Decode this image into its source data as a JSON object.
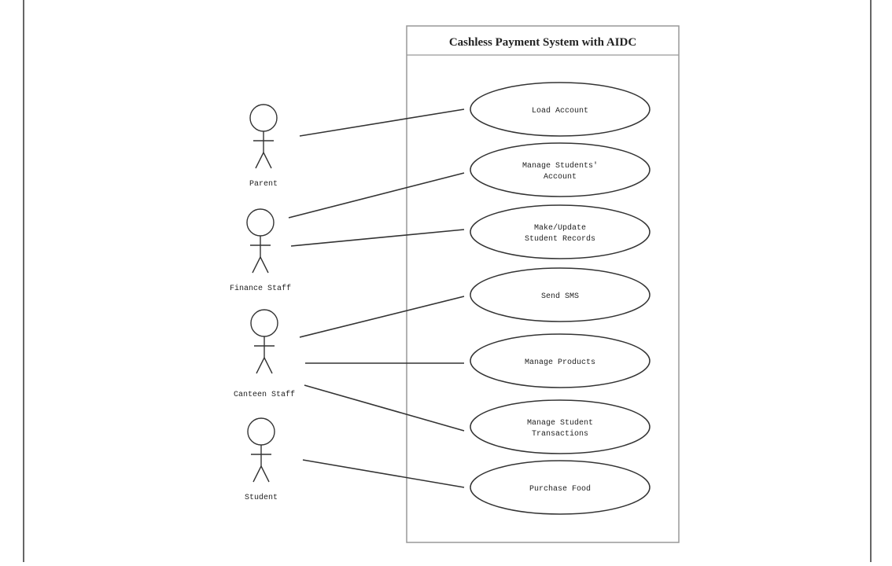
{
  "system": {
    "title": "Cashless Payment System with AIDC"
  },
  "actors": [
    {
      "id": "parent",
      "label": "Parent"
    },
    {
      "id": "finance-staff",
      "label": "Finance Staff"
    },
    {
      "id": "canteen-staff",
      "label": "Canteen Staff"
    },
    {
      "id": "student",
      "label": "Student"
    }
  ],
  "use_cases": [
    {
      "id": "load-account",
      "lines": [
        "Load Account"
      ]
    },
    {
      "id": "manage-students-account",
      "lines": [
        "Manage Students'",
        "Account"
      ]
    },
    {
      "id": "make-update-student-records",
      "lines": [
        "Make/Update",
        "Student Records"
      ]
    },
    {
      "id": "send-sms",
      "lines": [
        "Send SMS"
      ]
    },
    {
      "id": "manage-products",
      "lines": [
        "Manage Products"
      ]
    },
    {
      "id": "manage-student-transactions",
      "lines": [
        "Manage Student",
        "Transactions"
      ]
    },
    {
      "id": "purchase-food",
      "lines": [
        "Purchase Food"
      ]
    }
  ],
  "associations": [
    {
      "actor": "parent",
      "use_case": "load-account"
    },
    {
      "actor": "finance-staff",
      "use_case": "manage-students-account"
    },
    {
      "actor": "finance-staff",
      "use_case": "make-update-student-records"
    },
    {
      "actor": "canteen-staff",
      "use_case": "send-sms"
    },
    {
      "actor": "canteen-staff",
      "use_case": "manage-products"
    },
    {
      "actor": "canteen-staff",
      "use_case": "manage-student-transactions"
    },
    {
      "actor": "student",
      "use_case": "purchase-food"
    }
  ]
}
